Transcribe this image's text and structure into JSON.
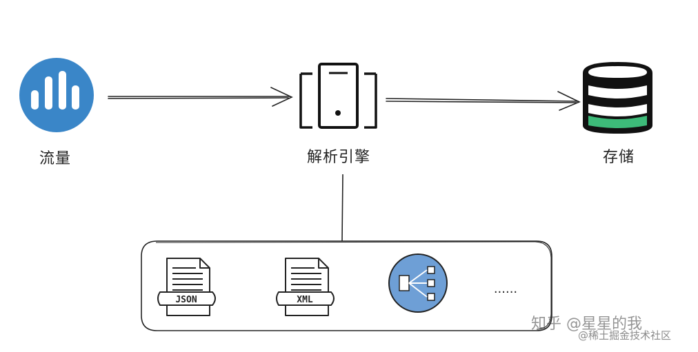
{
  "nodes": {
    "traffic": {
      "label": "流量",
      "icon": "bar-chart-icon",
      "color": "#3a86c8"
    },
    "parser": {
      "label": "解析引擎",
      "icon": "server-icon"
    },
    "storage": {
      "label": "存储",
      "icon": "database-icon",
      "accent_color": "#3dbb79"
    }
  },
  "formats": {
    "items": [
      {
        "label": "JSON",
        "icon": "json-file-icon"
      },
      {
        "label": "XML",
        "icon": "xml-file-icon"
      },
      {
        "label": "",
        "icon": "sitemap-icon",
        "color": "#6e9fd6"
      },
      {
        "label": "......",
        "icon": "more-ellipsis"
      }
    ]
  },
  "watermark": {
    "line1": "知乎 @星星的我",
    "line2": "@稀土掘金技术社区"
  }
}
